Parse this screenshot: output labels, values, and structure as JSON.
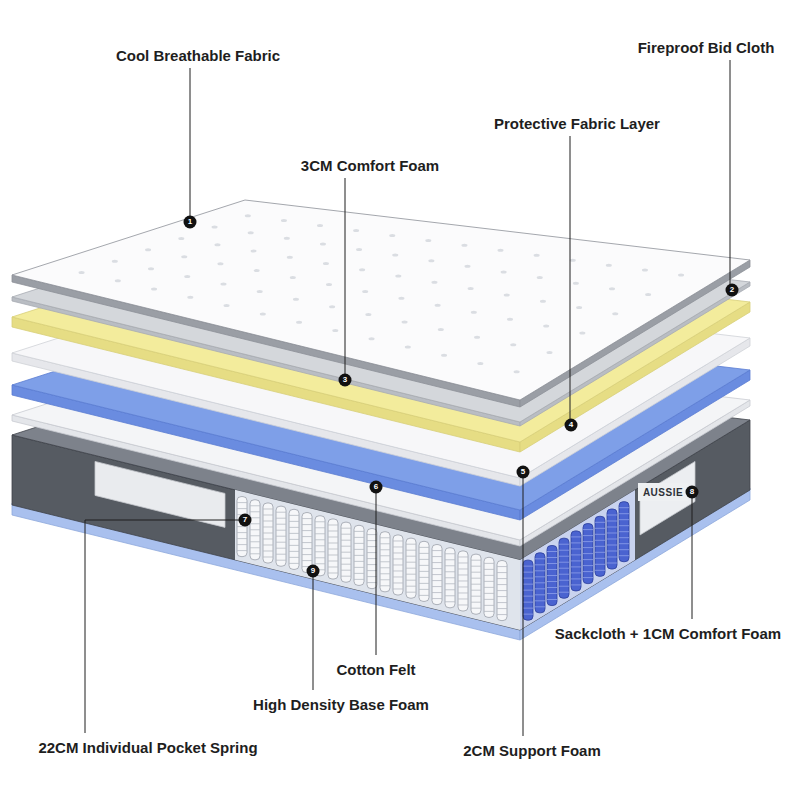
{
  "diagram": {
    "labels": [
      "Cool Breathable Fabric",
      "Fireproof Bid Cloth",
      "Protective Fabric Layer",
      "3CM Comfort Foam",
      "1",
      "2",
      "3",
      "4",
      "5",
      "6",
      "7",
      "AUSSIE",
      "8",
      "9",
      "Sackcloth + 1CM Comfort Foam",
      "Cotton Felt",
      "High Density Base Foam",
      "22CM Individual Pocket Spring",
      "2CM Support Foam"
    ]
  }
}
